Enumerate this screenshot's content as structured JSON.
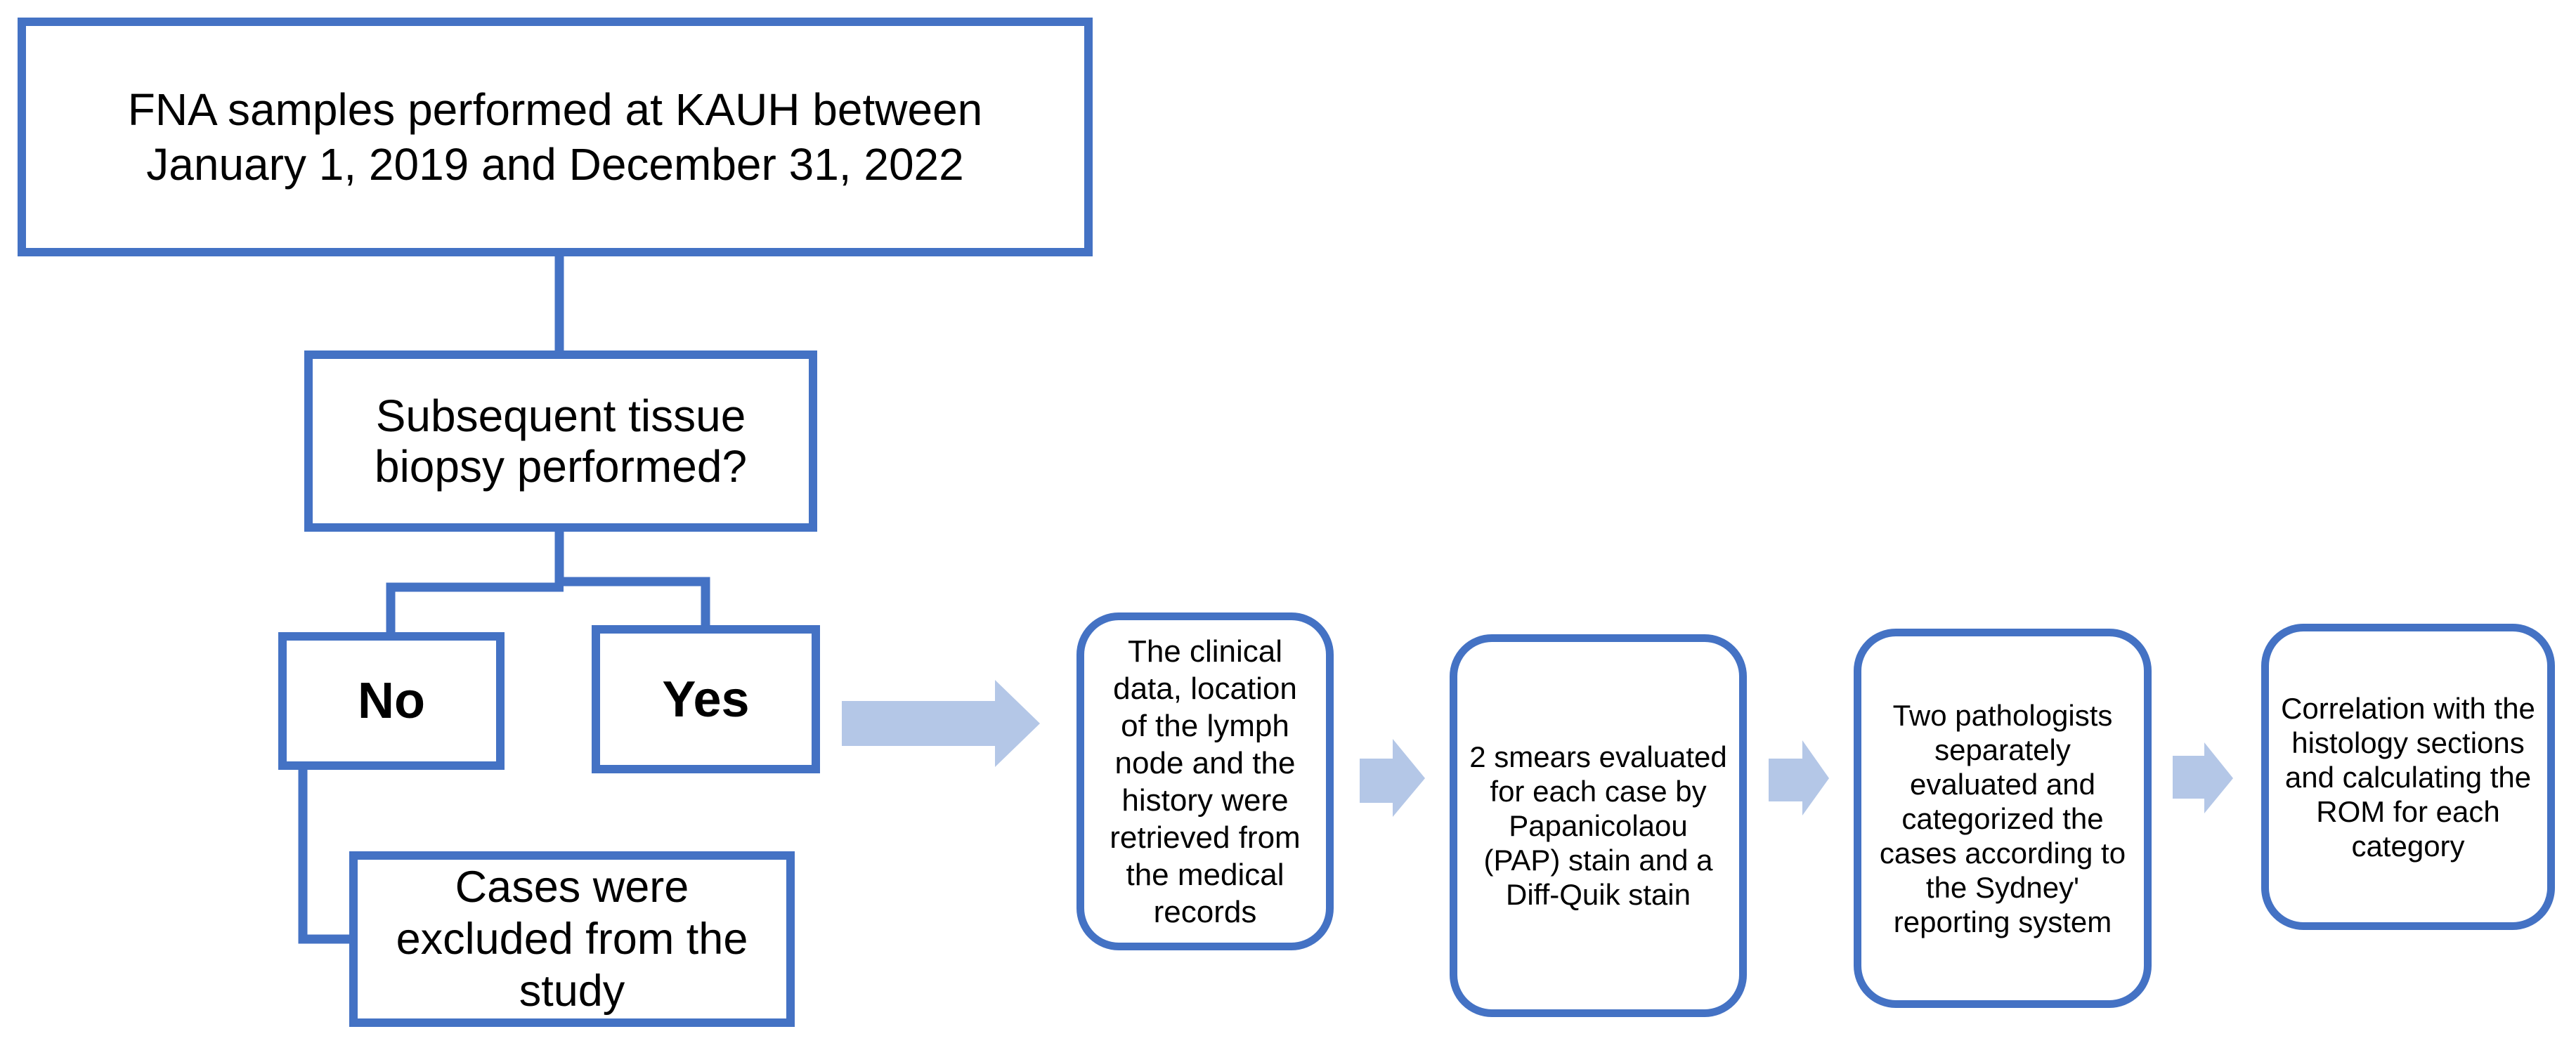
{
  "colors": {
    "accent_border": "#4472C4",
    "arrow_fill": "#B4C7E7",
    "text": "#000000",
    "background": "#FFFFFF"
  },
  "flowchart": {
    "top_box": {
      "label": "FNA samples performed at KAUH between\nJanuary 1, 2019 and December 31, 2022"
    },
    "decision_box": {
      "label": "Subsequent tissue\nbiopsy performed?"
    },
    "branches": {
      "no": {
        "label": "No"
      },
      "yes": {
        "label": "Yes"
      }
    },
    "excluded_box": {
      "label": "Cases were\nexcluded from the\nstudy"
    },
    "process_steps": [
      {
        "label": "The clinical\ndata, location\nof the lymph\nnode and the\nhistory were\nretrieved from\nthe medical\nrecords"
      },
      {
        "label": "2 smears evaluated\nfor each case by\nPapanicolaou\n(PAP) stain and a\nDiff-Quik stain"
      },
      {
        "label": "Two pathologists\nseparately\nevaluated and\ncategorized the\ncases according to\nthe Sydney'\nreporting system"
      },
      {
        "label": "Correlation with the\nhistology sections\nand calculating the\nROM for each\ncategory"
      }
    ]
  }
}
